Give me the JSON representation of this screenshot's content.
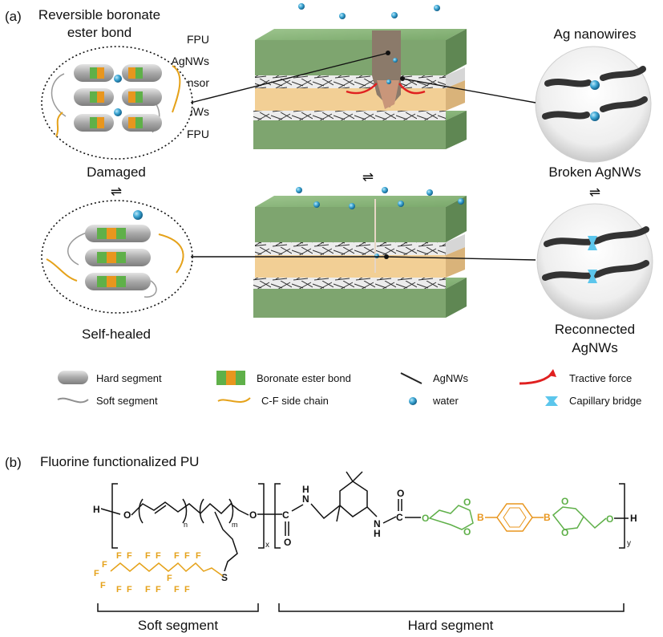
{
  "panel_a": {
    "label": "(a)",
    "left_top_title": [
      "Reversible boronate",
      "ester bond"
    ],
    "damaged_label": "Damaged",
    "self_healed_label": "Self-healed",
    "layer_labels": [
      "FPU",
      "AgNWs",
      "Sensor",
      "AgNWs",
      "FPU"
    ],
    "right_top_title": "Ag nanowires",
    "broken_label": "Broken AgNWs",
    "reconnected_label": [
      "Reconnected",
      "AgNWs"
    ],
    "equilibrium_symbol": "⇌"
  },
  "legend": [
    {
      "icon": "hard-segment-icon",
      "label": "Hard segment"
    },
    {
      "icon": "boronate-ester-bond-icon",
      "label": "Boronate ester bond"
    },
    {
      "icon": "agnws-icon",
      "label": "AgNWs"
    },
    {
      "icon": "tractive-force-icon",
      "label": "Tractive force"
    },
    {
      "icon": "soft-segment-icon",
      "label": "Soft segment"
    },
    {
      "icon": "cf-side-chain-icon",
      "label": "C-F side chain"
    },
    {
      "icon": "water-icon",
      "label": "water"
    },
    {
      "icon": "capillary-bridge-icon",
      "label": "Capillary bridge"
    }
  ],
  "panel_b": {
    "label": "(b)",
    "title": "Fluorine functionalized PU",
    "soft_label": "Soft segment",
    "hard_label": "Hard segment",
    "atoms": {
      "H": "H",
      "O": "O",
      "C": "C",
      "N": "N",
      "B": "B",
      "S": "S",
      "F": "F",
      "n": "n",
      "m": "m",
      "x": "x",
      "y": "y"
    }
  },
  "colors": {
    "fpu_green": "#8db77e",
    "sensor_tan": "#f2cf95",
    "water_blue": "#3fa9d6",
    "boronate_green": "#5fb049",
    "boronate_orange": "#e8961e",
    "cf_chain": "#e5a21a",
    "tractive_red": "#e02020"
  }
}
